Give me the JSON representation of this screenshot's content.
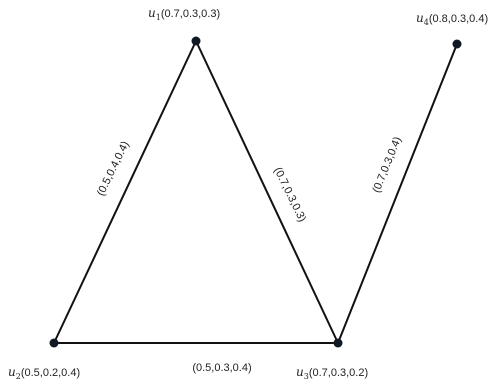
{
  "graph": {
    "vertices": [
      {
        "id": "u1",
        "letter": "u",
        "sub": "1",
        "value": "(0.7,0.3,0.3)"
      },
      {
        "id": "u2",
        "letter": "u",
        "sub": "2",
        "value": "(0.5,0.2,0.4)"
      },
      {
        "id": "u3",
        "letter": "u",
        "sub": "3",
        "value": "(0.7,0.3,0.2)"
      },
      {
        "id": "u4",
        "letter": "u",
        "sub": "4",
        "value": "(0.8,0.3,0.4)"
      }
    ],
    "edges": [
      {
        "id": "u1-u2",
        "from": "u1",
        "to": "u2",
        "label": "(0.5,0.4,0.4)"
      },
      {
        "id": "u1-u3",
        "from": "u1",
        "to": "u3",
        "label": "(0.7,0.3,0.3)"
      },
      {
        "id": "u2-u3",
        "from": "u2",
        "to": "u3",
        "label": "(0.5,0.3,0.4)"
      },
      {
        "id": "u3-u4",
        "from": "u3",
        "to": "u4",
        "label": "(0.7,0.3,0.4)"
      }
    ]
  }
}
